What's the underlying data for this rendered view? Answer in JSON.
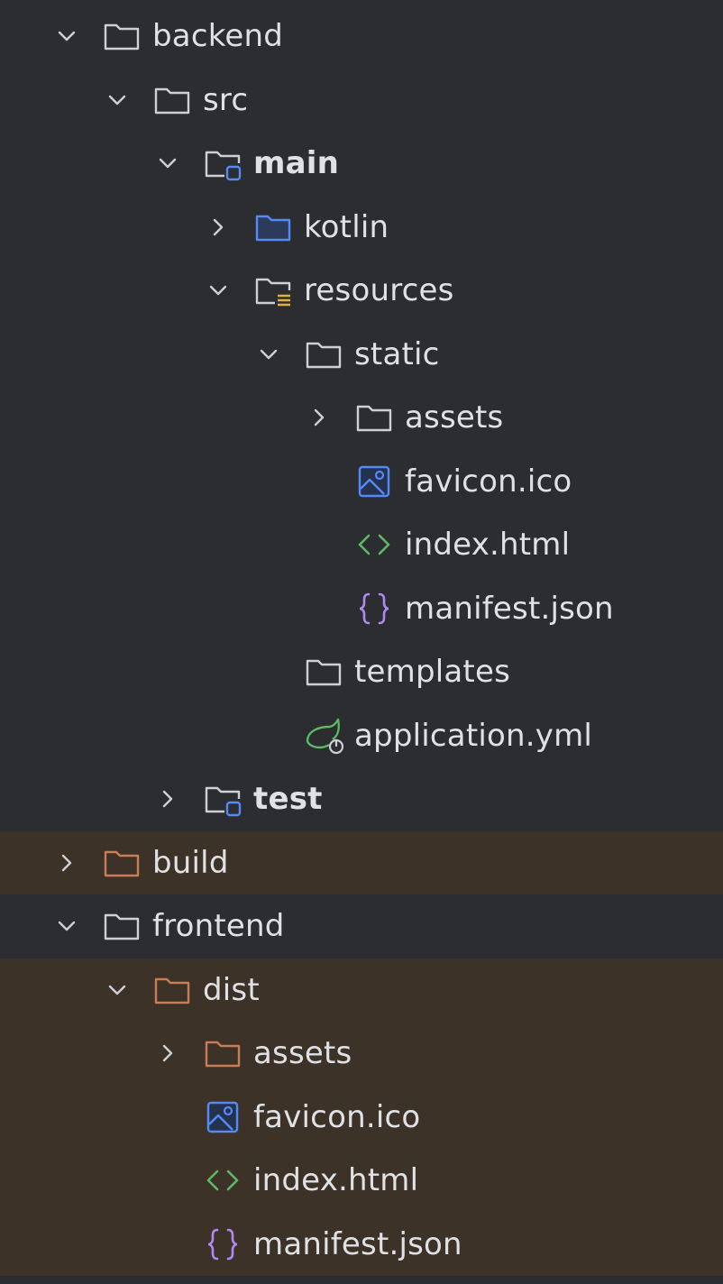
{
  "colors": {
    "background": "#2b2d30",
    "excluded_background": "#3d3227",
    "text": "#dfe1e5",
    "folder_gray": "#ced0d6",
    "folder_source_blue": "#548af7",
    "folder_excluded_orange": "#c77d55",
    "html_green": "#5fb865",
    "json_purple": "#b189f5",
    "spring_green": "#5fb865",
    "resources_yellow": "#e0b040"
  },
  "tree": [
    {
      "label": "backend",
      "expanded": true,
      "icon": "folder-icon",
      "excluded": false
    },
    {
      "label": "src",
      "expanded": true,
      "icon": "folder-icon",
      "excluded": false
    },
    {
      "label": "main",
      "expanded": true,
      "icon": "source-root-folder-icon",
      "bold": true,
      "excluded": false
    },
    {
      "label": "kotlin",
      "expanded": false,
      "icon": "source-folder-icon",
      "excluded": false
    },
    {
      "label": "resources",
      "expanded": true,
      "icon": "resources-folder-icon",
      "excluded": false
    },
    {
      "label": "static",
      "expanded": true,
      "icon": "folder-icon",
      "excluded": false
    },
    {
      "label": "assets",
      "expanded": false,
      "icon": "folder-icon",
      "excluded": false
    },
    {
      "label": "favicon.ico",
      "icon": "image-file-icon",
      "excluded": false
    },
    {
      "label": "index.html",
      "icon": "html-file-icon",
      "excluded": false
    },
    {
      "label": "manifest.json",
      "icon": "json-file-icon",
      "excluded": false
    },
    {
      "label": "templates",
      "icon": "folder-icon",
      "excluded": false
    },
    {
      "label": "application.yml",
      "icon": "spring-config-icon",
      "excluded": false
    },
    {
      "label": "test",
      "expanded": false,
      "icon": "source-root-folder-icon",
      "bold": true,
      "excluded": false
    },
    {
      "label": "build",
      "expanded": false,
      "icon": "excluded-folder-icon",
      "excluded": true
    },
    {
      "label": "frontend",
      "expanded": true,
      "icon": "folder-icon",
      "excluded": false
    },
    {
      "label": "dist",
      "expanded": true,
      "icon": "excluded-folder-icon",
      "excluded": true
    },
    {
      "label": "assets",
      "expanded": false,
      "icon": "excluded-folder-icon",
      "excluded": true
    },
    {
      "label": "favicon.ico",
      "icon": "image-file-icon",
      "excluded": true
    },
    {
      "label": "index.html",
      "icon": "html-file-icon",
      "excluded": true
    },
    {
      "label": "manifest.json",
      "icon": "json-file-icon",
      "excluded": true
    }
  ]
}
